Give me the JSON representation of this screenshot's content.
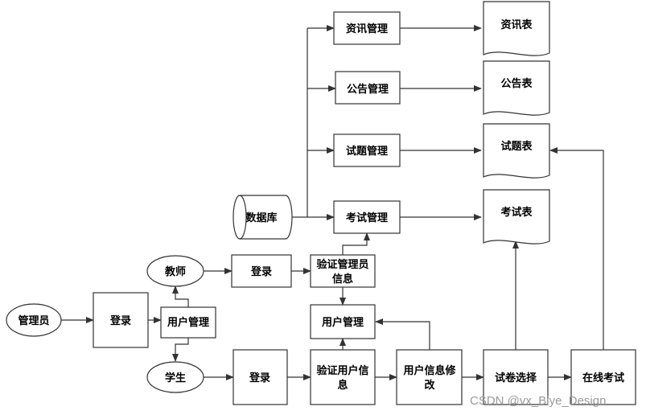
{
  "nodes": {
    "admin": "管理员",
    "admin_login": "登录",
    "user_mgmt": "用户管理",
    "teacher": "教师",
    "student": "学生",
    "teacher_login": "登录",
    "student_login": "登录",
    "verify_admin": [
      "验证管理员",
      "信息"
    ],
    "verify_user": [
      "验证用户信",
      "息"
    ],
    "user_mgmt_2": "用户管理",
    "user_info_edit": [
      "用户信息修",
      "改"
    ],
    "paper_select": "试卷选择",
    "online_exam": "在线考试",
    "database": "数据库",
    "news_mgmt": "资讯管理",
    "notice_mgmt": "公告管理",
    "question_mgmt": "试题管理",
    "exam_mgmt": "考试管理",
    "news_table": "资讯表",
    "notice_table": "公告表",
    "question_table": "试题表",
    "exam_table": "考试表"
  },
  "watermark": "CSDN @vx_Biye_Design"
}
